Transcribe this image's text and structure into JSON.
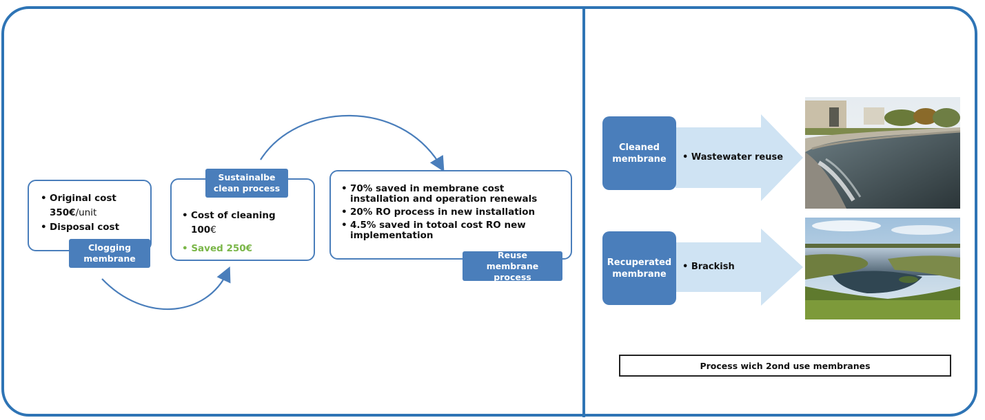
{
  "left_flow": {
    "clogging": {
      "tag": "Clogging membrane",
      "bullet1": "Original cost",
      "cost_value": "350€",
      "cost_unit": "/unit",
      "bullet2": "Disposal cost"
    },
    "cleaning": {
      "tag": "Sustainalbe clean process",
      "bullet1": "Cost of cleaning",
      "cost_value": "100",
      "cost_currency": "€",
      "saved": "• Saved 250€"
    },
    "reuse": {
      "tag": "Reuse membrane process",
      "items": [
        "70% saved in membrane cost installation and operation renewals",
        "20% RO process in new installation",
        "4.5% saved in totoal cost RO new implementation"
      ]
    }
  },
  "right_panel": {
    "rows": [
      {
        "box": "Cleaned membrane",
        "label": "Wastewater reuse",
        "photo": "wastewater-treatment-basin"
      },
      {
        "box": "Recuperated membrane",
        "label": "Brackish",
        "photo": "brackish-wetland"
      }
    ],
    "caption": "Process wich 2ond use membranes"
  },
  "colors": {
    "frame": "#2e74b5",
    "box_fill": "#4a7ebb",
    "arrow_fill": "#cfe3f3",
    "accent_green": "#7ab648"
  }
}
